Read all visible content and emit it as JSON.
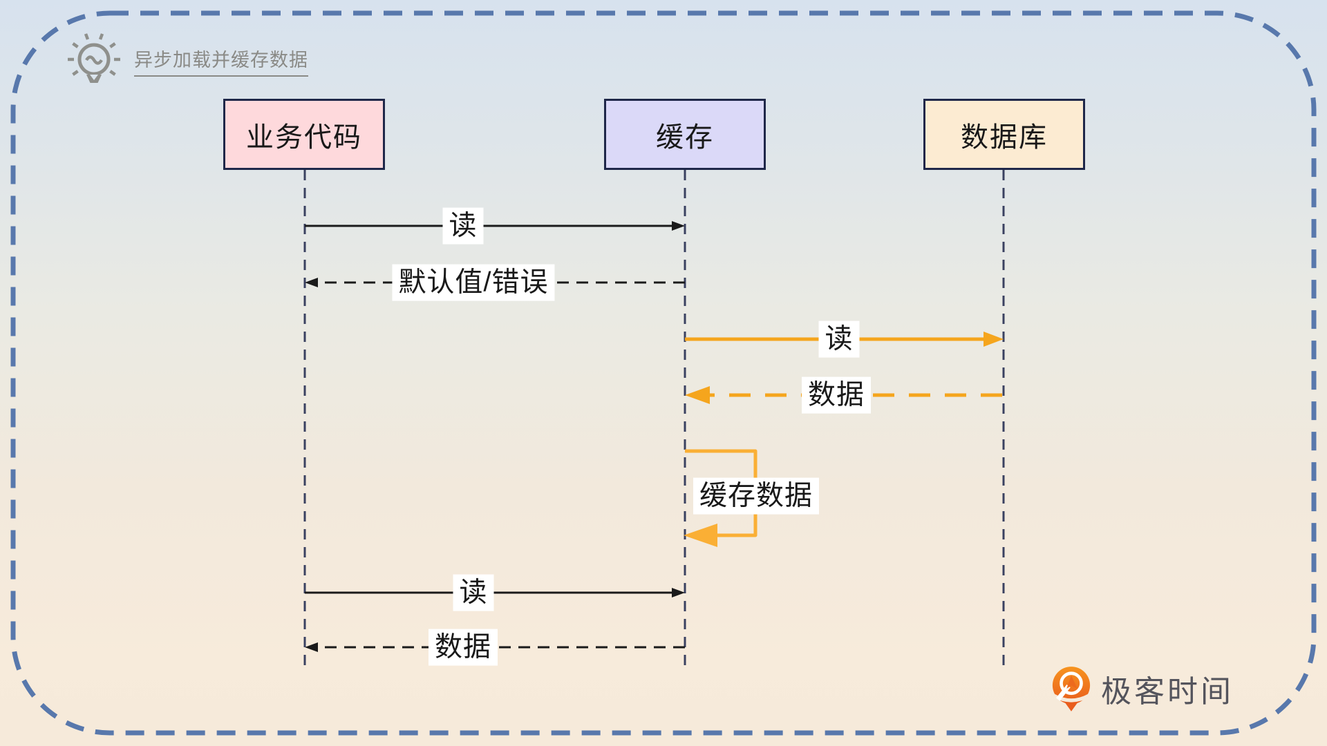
{
  "title": {
    "text": "异步加载并缓存数据",
    "icon": "lightbulb-icon"
  },
  "actors": [
    {
      "id": "business",
      "label": "业务代码",
      "fill": "#FED9DC"
    },
    {
      "id": "cache",
      "label": "缓存",
      "fill": "#DBD9F8"
    },
    {
      "id": "database",
      "label": "数据库",
      "fill": "#FCEBD2"
    }
  ],
  "messages": [
    {
      "from": "business",
      "to": "cache",
      "label": "读",
      "line": "solid",
      "color": "black"
    },
    {
      "from": "cache",
      "to": "business",
      "label": "默认值/错误",
      "line": "dashed",
      "color": "black"
    },
    {
      "from": "cache",
      "to": "database",
      "label": "读",
      "line": "solid",
      "color": "orange"
    },
    {
      "from": "database",
      "to": "cache",
      "label": "数据",
      "line": "dashed",
      "color": "orange"
    },
    {
      "from": "cache",
      "to": "cache",
      "label": "缓存数据",
      "line": "self-loop",
      "color": "orange"
    },
    {
      "from": "business",
      "to": "cache",
      "label": "读",
      "line": "solid",
      "color": "black"
    },
    {
      "from": "cache",
      "to": "business",
      "label": "数据",
      "line": "dashed",
      "color": "black"
    }
  ],
  "watermark": {
    "text": "极客时间",
    "icon": "geektime-logo"
  },
  "palette": {
    "background_top": "#D7E2EE",
    "background_bottom": "#F7EBDB",
    "outer_border": "#5878AC",
    "actor_border": "#1F2749",
    "black_arrow": "#1A1A1A",
    "orange_arrow": "#F5A51D",
    "loop_arrow": "#FAAF35",
    "lifeline": "#3A4160",
    "title_gray": "#8A8A86",
    "brand_orange": "#ED6A1E"
  }
}
